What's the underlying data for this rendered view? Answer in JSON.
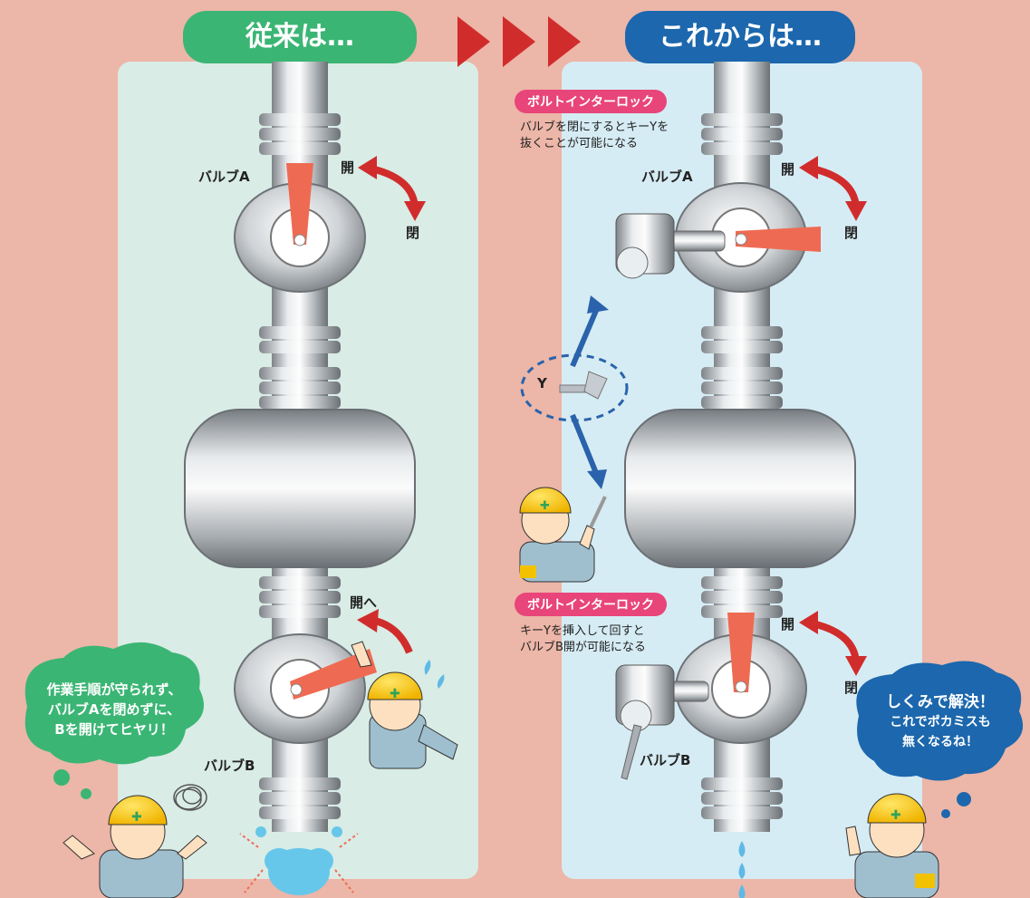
{
  "header": {
    "before_label": "従来は…",
    "after_label": "これからは…"
  },
  "left": {
    "valve_a_label": "バルブA",
    "valve_b_label": "バルブB",
    "open_label": "開",
    "close_label": "閉",
    "to_open_label": "開へ",
    "speech_lines": [
      "作業手順が守られず、",
      "バルブAを閉めずに、",
      "Bを開けてヒヤリ！"
    ]
  },
  "right": {
    "interlock_badge_top": "ボルトインターロック",
    "interlock_desc_top": [
      "バルブを閉にするとキーYを",
      "抜くことが可能になる"
    ],
    "interlock_badge_bottom": "ボルトインターロック",
    "interlock_desc_bottom": [
      "キーYを挿入して回すと",
      "バルブB開が可能になる"
    ],
    "valve_a_label": "バルブA",
    "valve_b_label": "バルブB",
    "open_label_top": "開",
    "close_label_top": "閉",
    "open_label_bottom": "開",
    "close_label_bottom": "閉",
    "key_label": "Y",
    "speech_lines": [
      "しくみで解決！",
      "これでポカミスも",
      "無くなるね！"
    ]
  },
  "colors": {
    "background": "#ecb6a8",
    "left_panel": "#d9ece6",
    "right_panel": "#d6ecf4",
    "green_pill": "#3bb574",
    "blue_pill": "#1c67ad",
    "arrow_red": "#d12c2c",
    "handle_orange": "#ef6a52",
    "key_arrow_blue": "#2a63ab",
    "badge_pink": "#e8457a"
  }
}
